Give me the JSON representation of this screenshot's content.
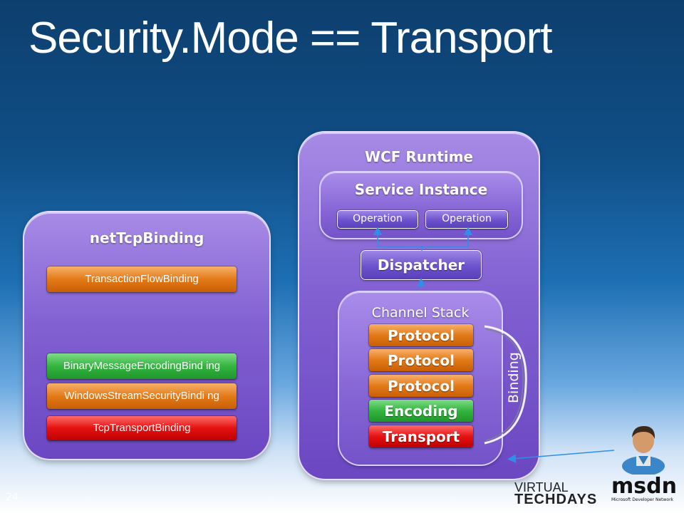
{
  "slide": {
    "title": "Security.Mode == Transport",
    "page_number": "24"
  },
  "net_tcp_binding": {
    "title": "netTcpBinding",
    "items": [
      {
        "label": "TransactionFlowBinding",
        "color": "#e37a18"
      },
      {
        "label": "BinaryMessageEncodingBind ing",
        "color": "#33b53f"
      },
      {
        "label": "WindowsStreamSecurityBindi ng",
        "color": "#e37a18"
      },
      {
        "label": "TcpTransportBinding",
        "color": "#e41212"
      }
    ]
  },
  "wcf_runtime": {
    "title": "WCF Runtime",
    "service_instance": {
      "title": "Service Instance",
      "operations": [
        "Operation",
        "Operation"
      ]
    },
    "dispatcher": "Dispatcher",
    "channel_stack": {
      "title": "Channel Stack",
      "items": [
        "Protocol",
        "Protocol",
        "Protocol",
        "Encoding",
        "Transport"
      ]
    },
    "binding_label": "Binding"
  },
  "branding": {
    "virtual_top": "VIRTUAL",
    "virtual_bottom": "TECHDAYS",
    "msdn": "msdn",
    "msdn_sub": "Microsoft Developer Network"
  },
  "colors": {
    "panel_purple": "#8261d2",
    "orange": "#e37a18",
    "green": "#33b53f",
    "red": "#e41212"
  }
}
